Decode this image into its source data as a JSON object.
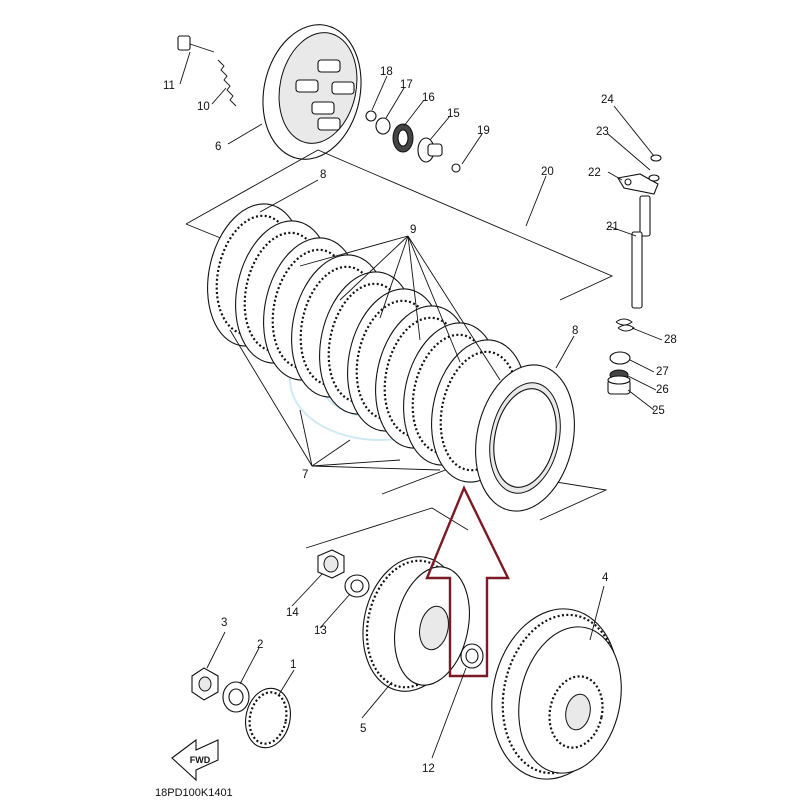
{
  "diagram": {
    "code": "18PD100K1401",
    "fwd_label": "FWD",
    "arrow_color": "#7b1a24",
    "labels": {
      "l1": "1",
      "l2": "2",
      "l3": "3",
      "l4": "4",
      "l5": "5",
      "l6": "6",
      "l7": "7",
      "l8a": "8",
      "l8b": "8",
      "l9": "9",
      "l10": "10",
      "l11": "11",
      "l12": "12",
      "l13": "13",
      "l14": "14",
      "l15": "15",
      "l16": "16",
      "l17": "17",
      "l18": "18",
      "l19": "19",
      "l20": "20",
      "l21": "21",
      "l22": "22",
      "l23": "23",
      "l24": "24",
      "l25": "25",
      "l26": "26",
      "l27": "27",
      "l28": "28"
    }
  }
}
